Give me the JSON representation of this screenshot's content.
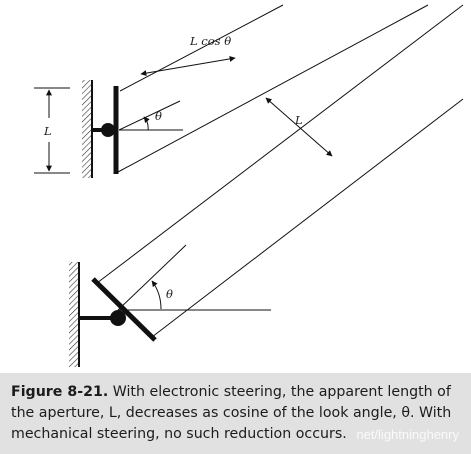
{
  "diagram": {
    "label_lcos": "L cos θ",
    "label_theta_top": "θ",
    "label_L_left": "L",
    "label_L_diag": "L",
    "label_theta_bottom": "θ"
  },
  "caption": {
    "label": "Figure 8-21.",
    "text": " With electronic steering, the apparent length of the aperture, L, decreases as cosine of the look angle, θ. With mechanical steering, no such reduction occurs.",
    "watermark": "net/lightninghenry"
  }
}
